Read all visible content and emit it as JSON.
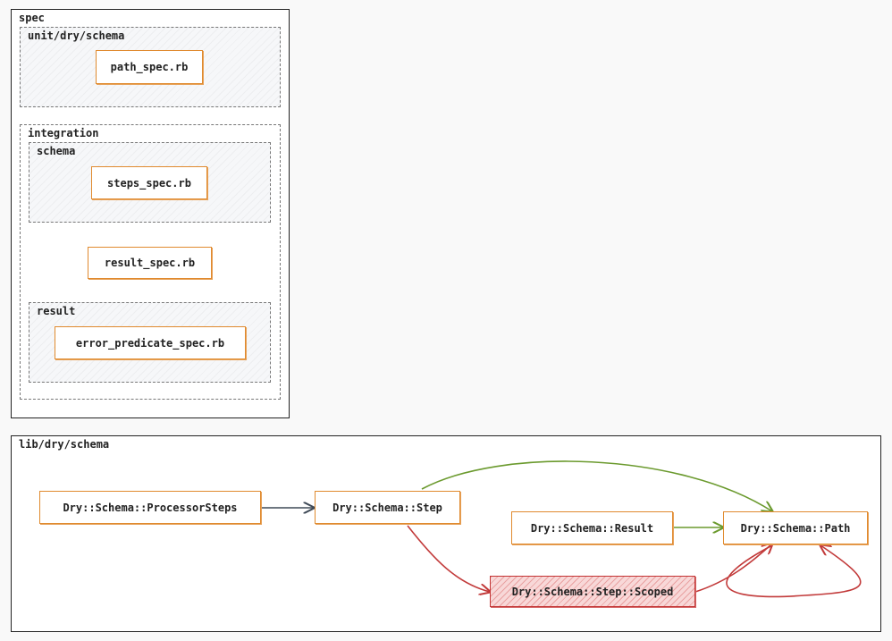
{
  "spec": {
    "label": "spec",
    "unit_group": {
      "label": "unit/dry/schema",
      "files": [
        "path_spec.rb"
      ]
    },
    "integration_group": {
      "label": "integration",
      "schema_group": {
        "label": "schema",
        "files": [
          "steps_spec.rb"
        ]
      },
      "files": [
        "result_spec.rb"
      ],
      "result_group": {
        "label": "result",
        "files": [
          "error_predicate_spec.rb"
        ]
      }
    }
  },
  "lib": {
    "label": "lib/dry/schema",
    "nodes": {
      "processor_steps": "Dry::Schema::ProcessorSteps",
      "step": "Dry::Schema::Step",
      "result": "Dry::Schema::Result",
      "path": "Dry::Schema::Path",
      "scoped": "Dry::Schema::Step::Scoped"
    },
    "edges": [
      {
        "from": "processor_steps",
        "to": "step",
        "color": "#3f4a57"
      },
      {
        "from": "step",
        "to": "path",
        "color": "#6b9a2e"
      },
      {
        "from": "result",
        "to": "path",
        "color": "#6b9a2e"
      },
      {
        "from": "step",
        "to": "scoped",
        "color": "#c23a3a"
      },
      {
        "from": "scoped",
        "to": "path",
        "color": "#c23a3a"
      },
      {
        "from": "path",
        "to": "path",
        "color": "#c23a3a"
      }
    ]
  },
  "colors": {
    "node_border": "#e08a2e",
    "highlight_node": "#c33434",
    "edge_dark": "#3f4a57",
    "edge_green": "#6b9a2e",
    "edge_red": "#c23a3a"
  }
}
